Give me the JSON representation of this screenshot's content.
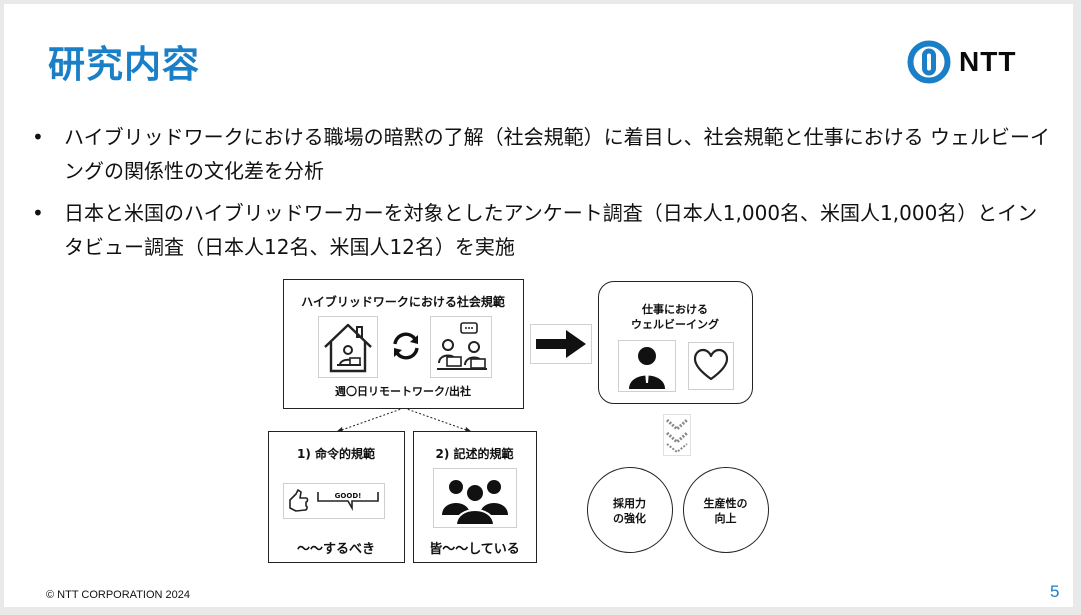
{
  "title": "研究内容",
  "logo": {
    "text": "NTT",
    "color": "#1a7fc6"
  },
  "bullets": [
    "ハイブリッドワークにおける職場の暗黙の了解（社会規範）に着目し、社会規範と仕事における ウェルビーイングの関係性の文化差を分析",
    "日本と米国のハイブリッドワーカーを対象としたアンケート調査（日本人1,000名、米国人1,000名）とインタビュー調査（日本人12名、米国人12名）を実施"
  ],
  "bullet_marker": "•",
  "diagram": {
    "hybrid_box": {
      "title": "ハイブリッドワークにおける社会規範",
      "caption": "週〇日リモートワーク/出社",
      "icons": [
        "house-remote-icon",
        "cycle-arrows-icon",
        "office-meeting-icon"
      ]
    },
    "wellbeing_box": {
      "title_line1": "仕事における",
      "title_line2": "ウェルビーイング",
      "icons": [
        "person-icon",
        "heart-icon"
      ]
    },
    "injunctive": {
      "title": "1) 命令的規範",
      "phrase": "～～するべき",
      "bubble_text": "GOOD!"
    },
    "descriptive": {
      "title": "2) 記述的規範",
      "phrase": "皆～～している"
    },
    "outcome_1": {
      "line1": "採用力",
      "line2": "の強化"
    },
    "outcome_2": {
      "line1": "生産性の",
      "line2": "向上"
    }
  },
  "colors": {
    "accent": "#1a7fc6",
    "text": "#111111"
  },
  "footer": "© NTT CORPORATION 2024",
  "page_number": "5"
}
